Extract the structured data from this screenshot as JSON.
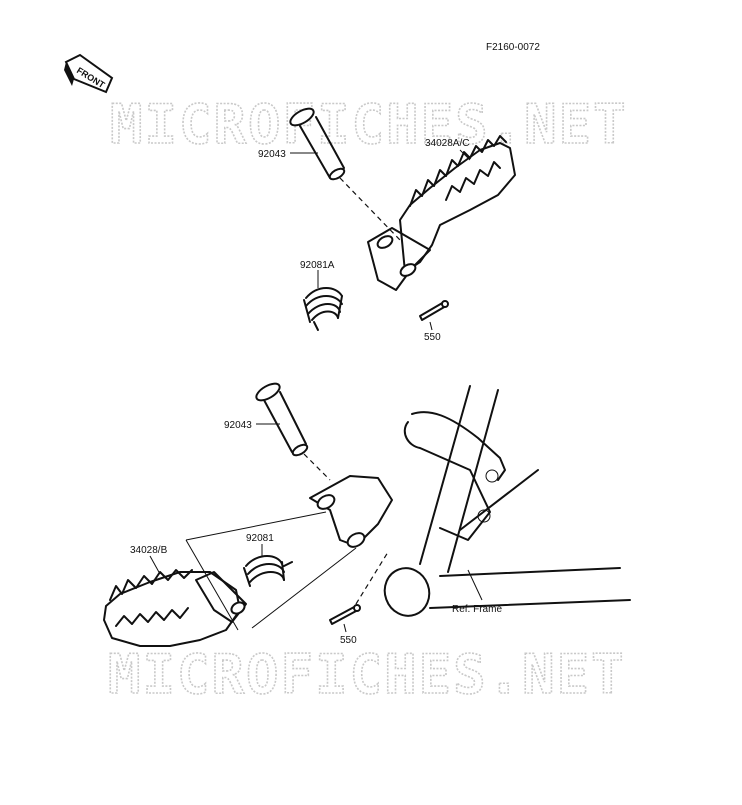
{
  "diagram": {
    "code": "F2160-0072",
    "front_label": "FRONT",
    "watermark": "MICROFICHES.NET",
    "labels": {
      "pin_upper": "92043",
      "footpeg_upper": "34028A/C",
      "spring_upper": "92081A",
      "cotter_upper": "550",
      "pin_lower": "92043",
      "footpeg_lower": "34028/B",
      "spring_lower": "92081",
      "cotter_lower": "550",
      "ref_frame": "Ref. Frame"
    }
  }
}
